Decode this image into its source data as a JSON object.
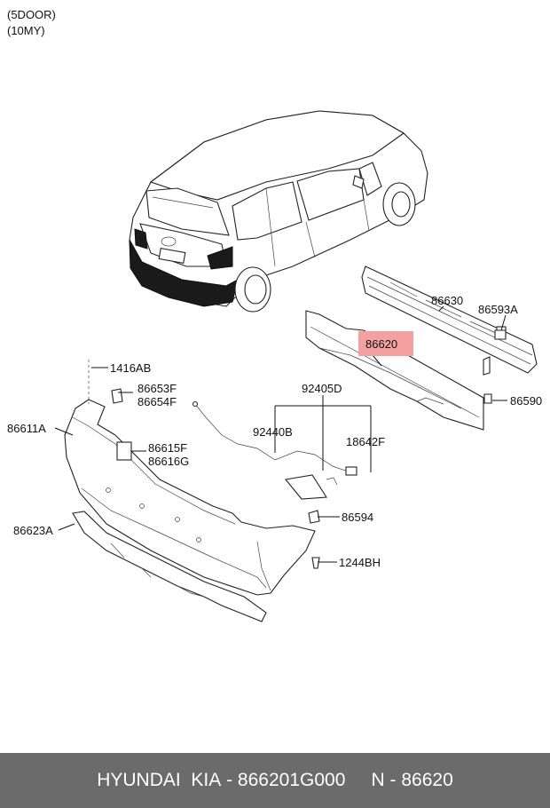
{
  "header": {
    "line1": "(5DOOR)",
    "line2": "(10MY)"
  },
  "highlight_color": "#f4a0a0",
  "labels": {
    "p86630": "86630",
    "p86593A": "86593A",
    "p86620": "86620",
    "p86590": "86590",
    "p1416AB": "1416AB",
    "p86653F": "86653F",
    "p86654F": "86654F",
    "p92405D": "92405D",
    "p86611A": "86611A",
    "p92440B": "92440B",
    "p18642F": "18642F",
    "p86615F": "86615F",
    "p86616G": "86616G",
    "p86594": "86594",
    "p86623A": "86623A",
    "p1244BH": "1244BH"
  },
  "footer": {
    "brand": "HYUNDAI  KIA",
    "sep1": " - ",
    "part_number": "866201G000",
    "sep2": "     N - ",
    "ref": "86620"
  }
}
